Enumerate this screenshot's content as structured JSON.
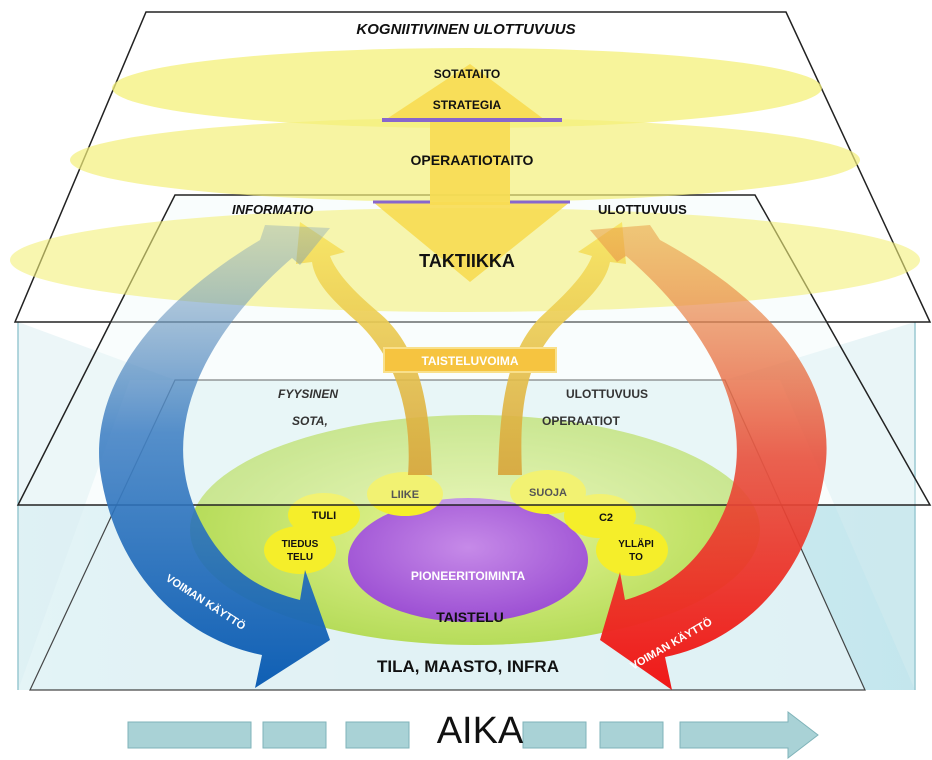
{
  "layers": {
    "cognitive": {
      "title": "KOGNIITIVINEN ULOTTUVUUS"
    },
    "information": {
      "left": "INFORMATIO",
      "right": "ULOTTUVUUS"
    },
    "physical": {
      "left": "FYYSINEN",
      "right": "ULOTTUVUUS"
    }
  },
  "levels": {
    "sotataito": "SOTATAITO",
    "strategia": "STRATEGIA",
    "operaatiotaito": "OPERAATIOTAITO",
    "taktiikka": "TAKTIIKKA"
  },
  "taisteluvoima": "TAISTELUVOIMA",
  "war_ops": {
    "left": "SOTA,",
    "right": "OPERAATIOT"
  },
  "functions": {
    "liike": "LIIKE",
    "tuli": "TULI",
    "tiedustelu": [
      "TIEDUS",
      "TELU"
    ],
    "suoja": "SUOJA",
    "c2": "C2",
    "yllapito": [
      "YLLÄPI",
      "TO"
    ]
  },
  "pioneeri": "PIONEERITOIMINTA",
  "taistelu": "TAISTELU",
  "ground": "TILA, MAASTO, INFRA",
  "force_left": "VOIMAN KÄYTTÖ",
  "force_right": "VOIMAN KÄYTTÖ",
  "time": "AIKA",
  "colors": {
    "yellow_ellipse": "#f4f07a",
    "arrow_yellow": "#f7dc52",
    "blue_arrow": "#1463b4",
    "red_arrow": "#ee1c1c",
    "green_outer": "#c8e86a",
    "purple": "#a75ad6",
    "function_yellow": "#f5ee2a",
    "ground": "#c4e7ee",
    "time_bar": "#a9d2d6"
  }
}
